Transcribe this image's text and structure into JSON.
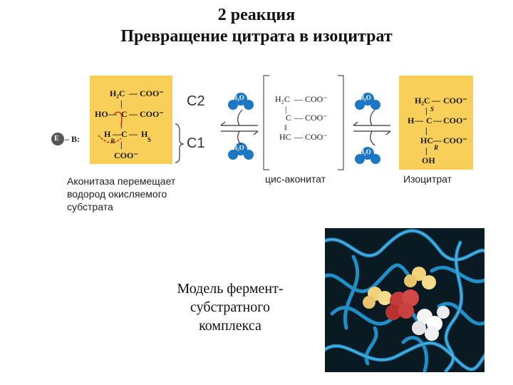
{
  "title": {
    "line1": "2 реакция",
    "line2": "Превращение цитрата в изоцитрат"
  },
  "citrate": {
    "row1_left": "H₂C",
    "row1_right": "COO⁻",
    "row2_left": "HO",
    "row2_mid": "C",
    "row2_right": "COO⁻",
    "row3_h": "H",
    "row3_r": "R",
    "row3_mid": "C",
    "row3_right": "H",
    "row3_s": "S",
    "row4": "COO⁻",
    "label_c2": "C2",
    "label_c1": "C1",
    "enzyme_e": "E",
    "enzyme_b": "B:"
  },
  "water_label": "H₂O",
  "cis_aconitate": {
    "row1_left": "H₂C",
    "row1_right": "COO⁻",
    "row2_mid": "C",
    "row2_right": "COO⁻",
    "row3_left": "HC",
    "row3_right": "COO⁻",
    "name": "цис-аконитат"
  },
  "isocitrate": {
    "row1_left": "H₂C",
    "row1_right": "COO⁻",
    "row1_s": "S",
    "row2_left": "H",
    "row2_mid": "C",
    "row2_right": "COO⁻",
    "row3_left": "HC",
    "row3_r": "R",
    "row3_right": "COO⁻",
    "row4": "OH",
    "name": "Изоцитрат"
  },
  "caption": {
    "line1": "Аконитаза  перемещает",
    "line2": "водород окисляемого",
    "line3": "субстрата"
  },
  "model_label": {
    "line1": "Модель фермент-",
    "line2": "субстратного",
    "line3": "комплекса"
  },
  "colors": {
    "panel": "#f7cf59",
    "water": "#1d77c4",
    "protein_ribbon": "#1e8fc8",
    "protein_bg": "#0a1a22"
  }
}
